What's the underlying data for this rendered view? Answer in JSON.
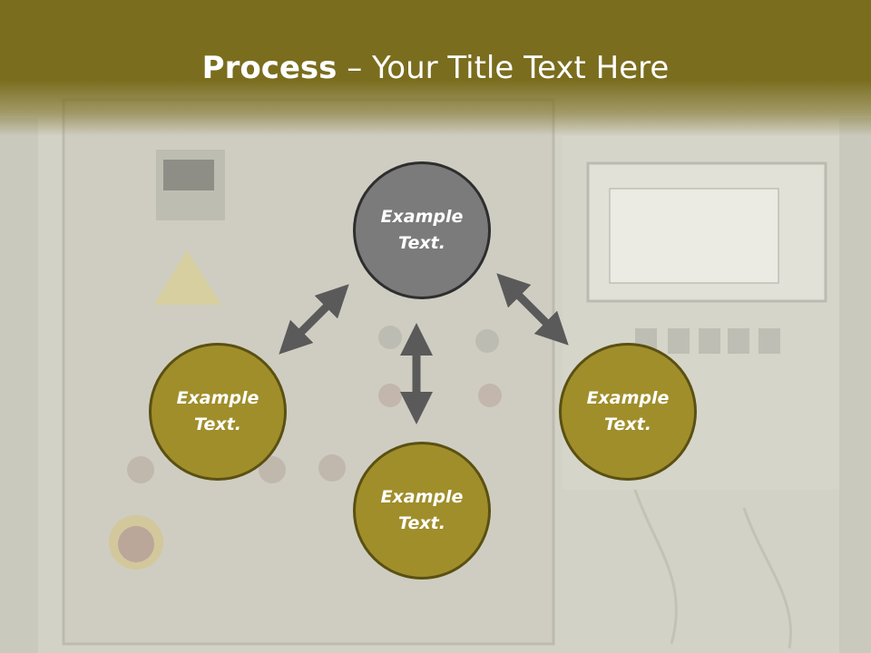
{
  "slide": {
    "title_bold": "Process",
    "title_dash": " – ",
    "title_rest": "Your Title Text Here"
  },
  "nodes": [
    {
      "text": "Example Text."
    },
    {
      "text": "Example Text."
    },
    {
      "text": "Example Text."
    },
    {
      "text": "Example Text."
    }
  ],
  "colors": {
    "header": "#7a6d1e",
    "center_node": "#7b7b7b",
    "outer_node": "#a08e2b",
    "arrow": "#5a5a5a"
  }
}
